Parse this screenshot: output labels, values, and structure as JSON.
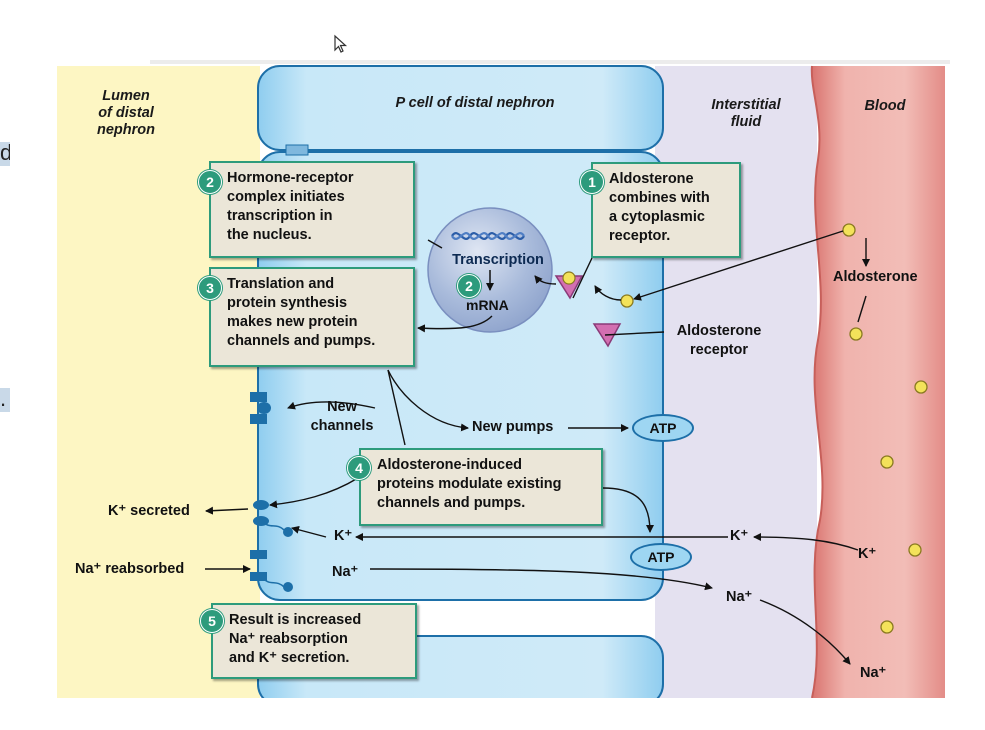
{
  "regions": {
    "lumen": [
      "Lumen",
      "of distal",
      "nephron"
    ],
    "cell": "P cell of distal nephron",
    "interstitial": [
      "Interstitial",
      "fluid"
    ],
    "blood": "Blood"
  },
  "steps": [
    {
      "num": "1",
      "lines": [
        "Aldosterone",
        "combines with",
        "a cytoplasmic",
        "receptor."
      ]
    },
    {
      "num": "2",
      "lines": [
        "Hormone-receptor",
        "complex initiates",
        "transcription in",
        "the nucleus."
      ]
    },
    {
      "num": "3",
      "lines": [
        "Translation and",
        "protein synthesis",
        "makes new protein",
        "channels and pumps."
      ]
    },
    {
      "num": "4",
      "lines": [
        "Aldosterone-induced",
        "proteins modulate existing",
        "channels and pumps."
      ]
    },
    {
      "num": "5",
      "lines": [
        "Result is increased",
        "Na⁺ reabsorption",
        "and K⁺ secretion."
      ]
    }
  ],
  "nucleus": {
    "transcription": "Transcription",
    "badge": "2",
    "mrna": "mRNA"
  },
  "labels": {
    "aldosterone": "Aldosterone",
    "aldosterone_receptor": [
      "Aldosterone",
      "receptor"
    ],
    "new_channels": [
      "New",
      "channels"
    ],
    "new_pumps": "New pumps",
    "atp": "ATP",
    "k_secreted": "K⁺ secreted",
    "na_reabsorbed": "Na⁺ reabsorbed",
    "k_ion": "K⁺",
    "na_ion": "Na⁺"
  },
  "edge_fragments": [
    "d",
    "."
  ],
  "colors": {
    "lumen": "#fdf6c3",
    "cell": "#c5e6f7",
    "interstitial": "#e4e1f0",
    "blood": "#e99a95",
    "step_border": "#2d9b7c",
    "step_fill": "#ebe6d8",
    "aldosterone_dot": "#f3e25a"
  }
}
